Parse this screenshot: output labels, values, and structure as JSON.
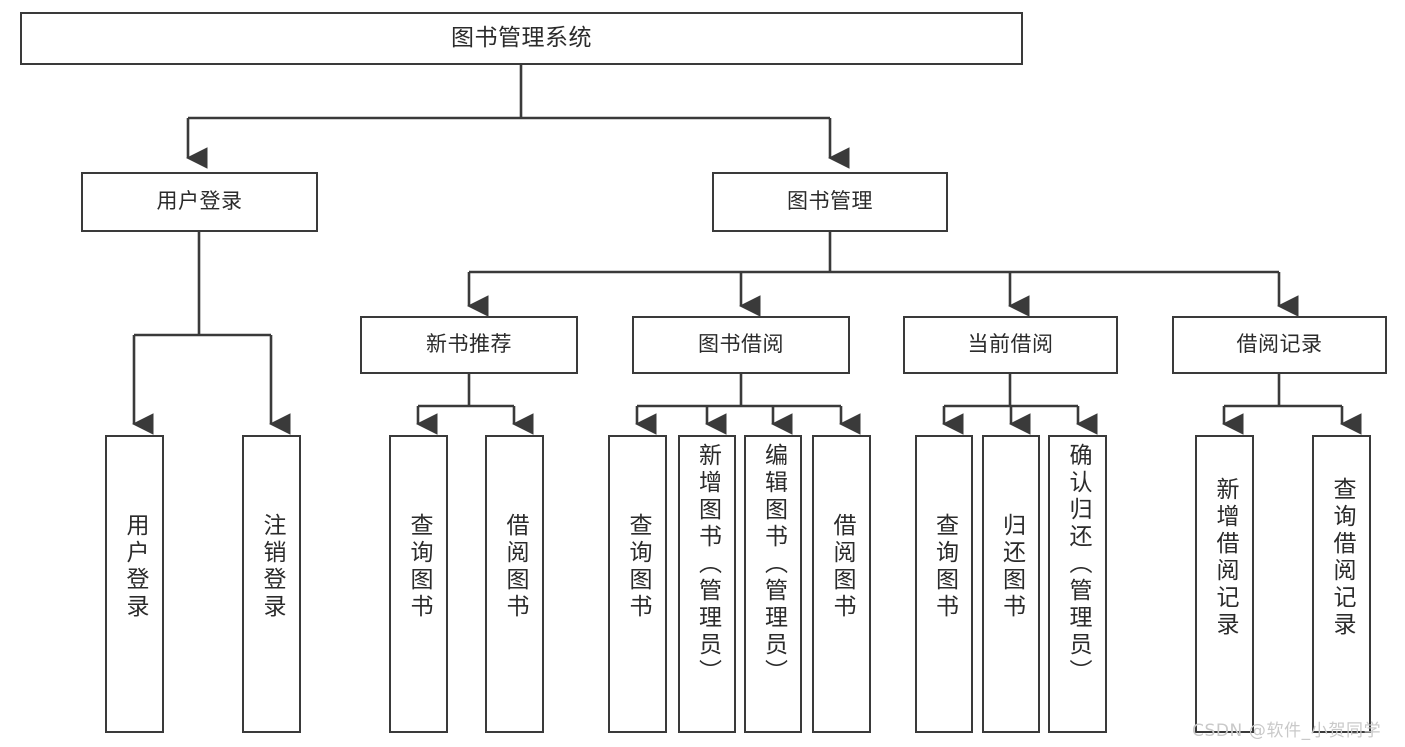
{
  "diagram": {
    "title": "图书管理系统",
    "type": "tree",
    "root": {
      "label": "图书管理系统"
    },
    "level2": [
      {
        "label": "用户登录"
      },
      {
        "label": "图书管理"
      }
    ],
    "level3": [
      {
        "label": "新书推荐"
      },
      {
        "label": "图书借阅"
      },
      {
        "label": "当前借阅"
      },
      {
        "label": "借阅记录"
      }
    ],
    "leaves": [
      {
        "label": "用户登录"
      },
      {
        "label": "注销登录"
      },
      {
        "label": "查询图书"
      },
      {
        "label": "借阅图书"
      },
      {
        "label": "查询图书"
      },
      {
        "label": "新增图书（管理员）"
      },
      {
        "label": "编辑图书（管理员）"
      },
      {
        "label": "借阅图书"
      },
      {
        "label": "查询图书"
      },
      {
        "label": "归还图书"
      },
      {
        "label": "确认归还（管理员）"
      },
      {
        "label": "新增借阅记录"
      },
      {
        "label": "查询借阅记录"
      }
    ],
    "colors": {
      "stroke": "#3a3a3a",
      "text": "#2b2b2b",
      "background": "#ffffff",
      "watermark": "#c9c9c9"
    }
  },
  "watermark": {
    "text": "CSDN @软件_小贺同学"
  }
}
